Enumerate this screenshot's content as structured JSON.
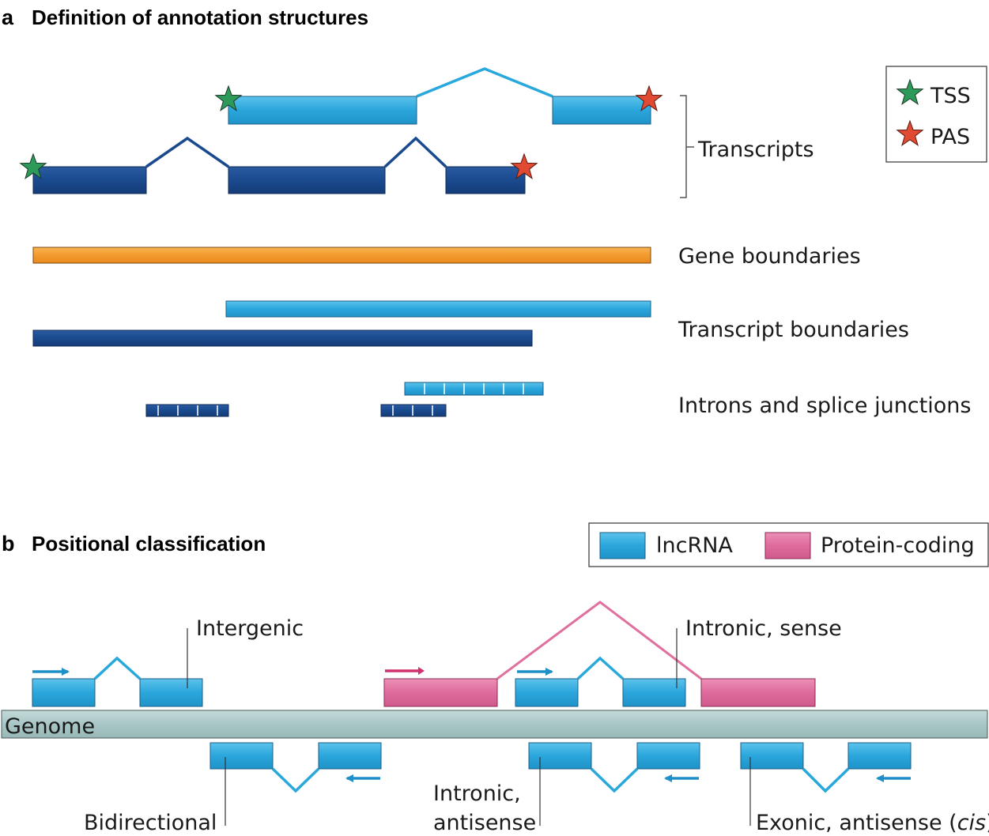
{
  "panel_a": {
    "letter": "a",
    "title": "Definition of annotation structures",
    "legend": {
      "tss": "TSS",
      "pas": "PAS"
    },
    "labels": {
      "transcripts": "Transcripts",
      "gene_boundaries": "Gene boundaries",
      "transcript_boundaries": "Transcript boundaries",
      "introns": "Introns and splice junctions"
    }
  },
  "panel_b": {
    "letter": "b",
    "title": "Positional classification",
    "legend": {
      "lncrna": "lncRNA",
      "protein_coding": "Protein-coding"
    },
    "genome": "Genome",
    "labels": {
      "intergenic": "Intergenic",
      "intronic_sense": "Intronic, sense",
      "bidirectional": "Bidirectional",
      "intronic_antisense_1": "Intronic,",
      "intronic_antisense_2": "antisense",
      "exonic_antisense": "Exonic, antisense (",
      "exonic_antisense_italic": "cis",
      "exonic_antisense_close": ")"
    }
  },
  "colors": {
    "light_blue": "#29a8dc",
    "dark_blue": "#1a4a8e",
    "orange": "#f39a2e",
    "pink": "#e0709e",
    "green_star": "#2e9a5a",
    "red_star": "#e04a32",
    "genome": "#a9c6c6"
  }
}
